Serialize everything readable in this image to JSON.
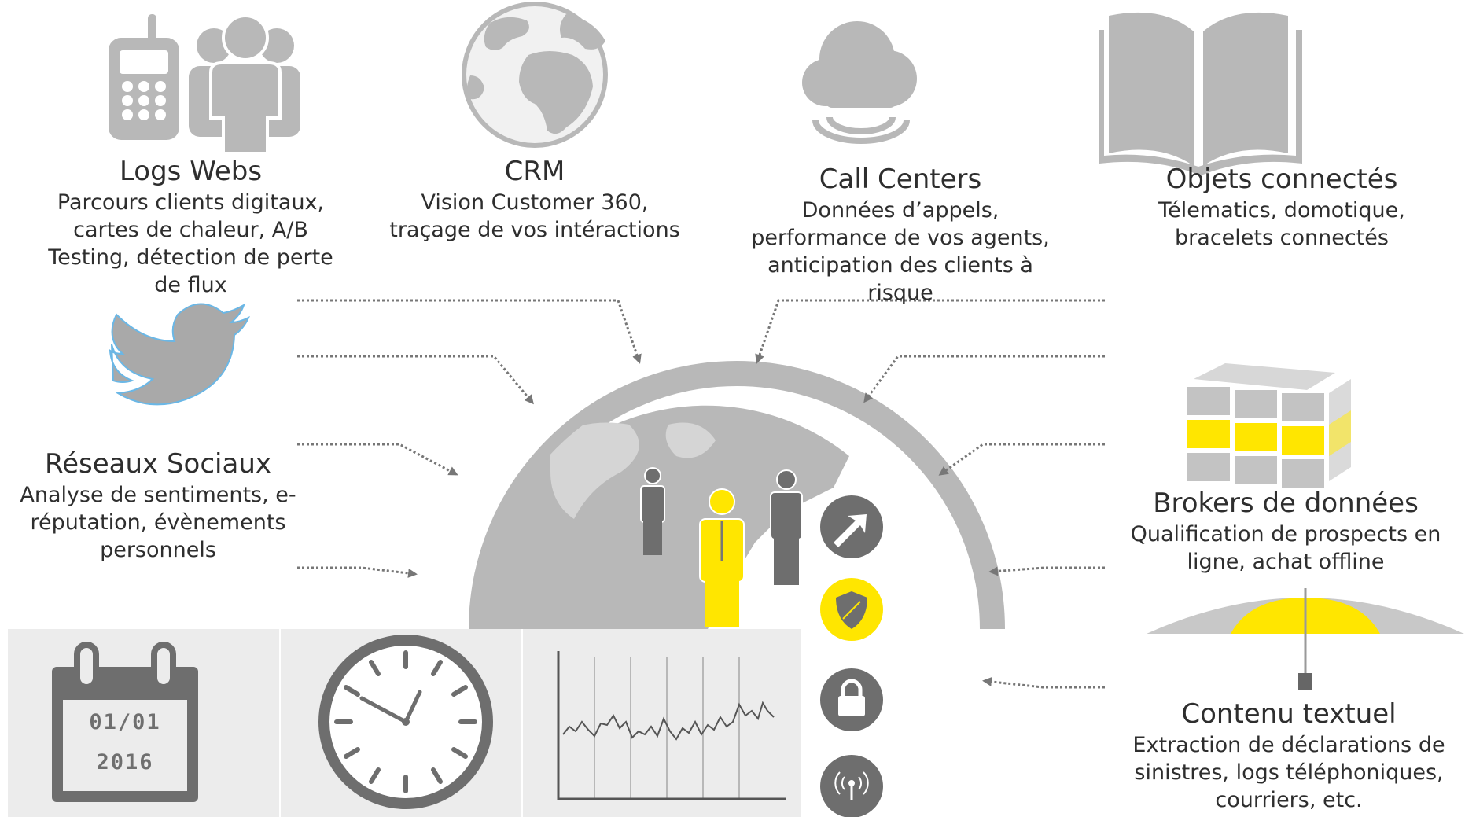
{
  "sources": {
    "logs_webs": {
      "title": "Logs Webs",
      "lines": [
        "Parcours clients digitaux,",
        "cartes de chaleur, A/B",
        "Testing, détection de perte",
        "de flux"
      ],
      "icon": "phone-users-icon"
    },
    "crm": {
      "title": "CRM",
      "lines": [
        "Vision Customer 360,",
        "traçage de vos intéractions"
      ],
      "icon": "globe-icon"
    },
    "call_centers": {
      "title": "Call Centers",
      "lines": [
        "Données d’appels,",
        "performance de vos agents,",
        "anticipation des clients à",
        "risque"
      ],
      "icon": "cloud-icon"
    },
    "objets_connectes": {
      "title": "Objets connectés",
      "lines": [
        "Télematics, domotique,",
        "bracelets connectés"
      ],
      "icon": "book-icon"
    },
    "reseaux_sociaux": {
      "title": "Réseaux Sociaux",
      "lines": [
        "Analyse de sentiments, e-",
        "réputation, évènements",
        "personnels"
      ],
      "icon": "twitter-bird-icon"
    },
    "brokers": {
      "title": "Brokers de données",
      "lines": [
        "Qualification de prospects en",
        "ligne,  achat offline"
      ],
      "icon": "cube-icon"
    },
    "contenu_textuel": {
      "title": "Contenu textuel",
      "lines": [
        "Extraction de déclarations de",
        "sinistres, logs téléphoniques,",
        "courriers, etc."
      ],
      "icon": "umbrella-icon"
    }
  },
  "calendar": {
    "date": "01/01",
    "year": "2016"
  },
  "colors": {
    "gray": "#b8b8b8",
    "dark_gray": "#6e6e6e",
    "yellow": "#ffe600",
    "panel": "#ececec",
    "arrow": "#777777"
  }
}
